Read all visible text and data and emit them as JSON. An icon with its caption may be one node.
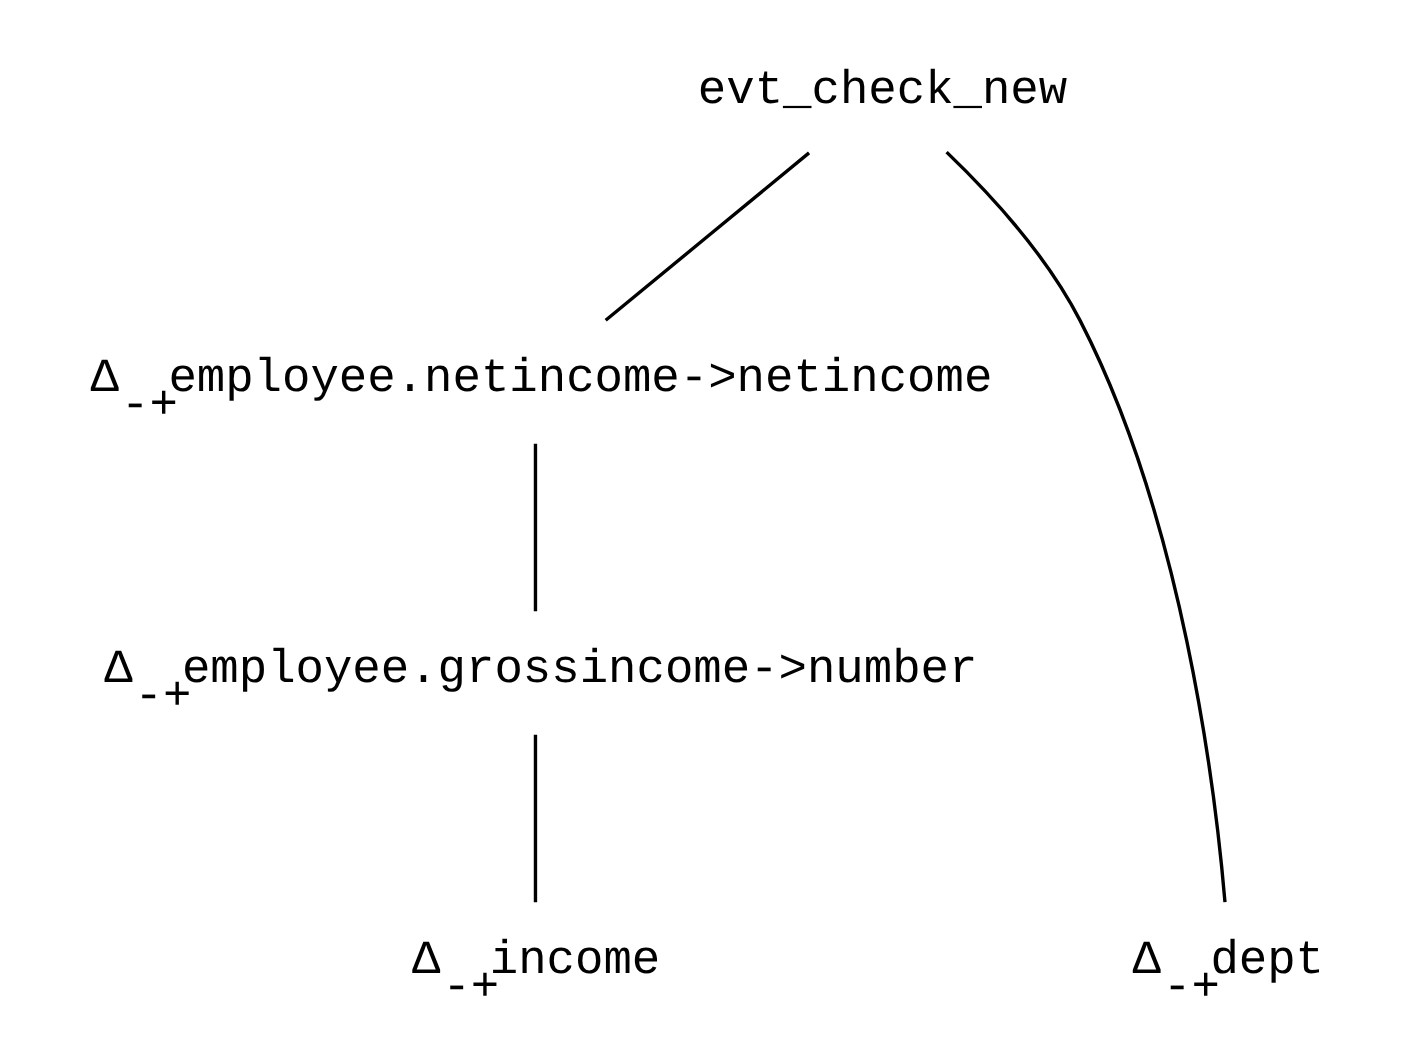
{
  "diagram": {
    "nodes": [
      {
        "text": [
          "evt_check_new"
        ]
      },
      {
        "text": [
          "Δ$_{-+}$employee.netincome->netincome"
        ]
      },
      {
        "text": [
          "Δ$_{-+}$employee.grossincome->number"
        ]
      },
      {
        "text": [
          "Δ$_{-+}$dept"
        ]
      },
      {
        "text": [
          "Δ$_{-+}$income"
        ]
      }
    ],
    "edges": [
      {
        "from": 0,
        "to": 1,
        "arrow": "none"
      },
      {
        "from": 0,
        "to": 3,
        "arrow": "none"
      },
      {
        "from": 1,
        "to": 2,
        "arrow": "none"
      },
      {
        "from": 2,
        "to": 4,
        "arrow": "none"
      }
    ]
  }
}
